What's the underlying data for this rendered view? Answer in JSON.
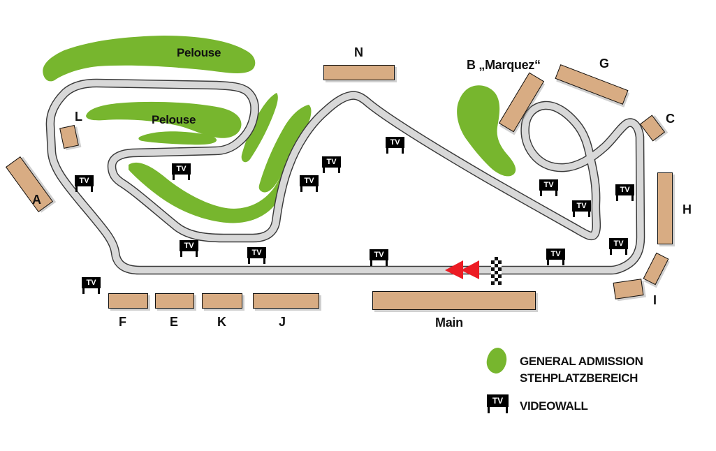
{
  "areas": {
    "pelouse_upper": "Pelouse",
    "pelouse_inner": "Pelouse"
  },
  "stands": {
    "A": "A",
    "L": "L",
    "F": "F",
    "E": "E",
    "K": "K",
    "J": "J",
    "main": "Main",
    "N": "N",
    "B": "B „Marquez“",
    "G": "G",
    "C": "C",
    "H": "H",
    "I": "I"
  },
  "tv_label": "TV",
  "legend": {
    "general_admission_line1": "GENERAL ADMISSION",
    "general_admission_line2": "STEHPLATZBEREICH",
    "videowall_label": "VIDEOWALL"
  },
  "colors": {
    "green": "#77b62e",
    "track_fill": "#d8d8d8",
    "track_edge": "#3a3a3a",
    "stand_fill": "#d8ac83",
    "arrow_red": "#ec1c24",
    "videowall_bg": "#000000"
  }
}
